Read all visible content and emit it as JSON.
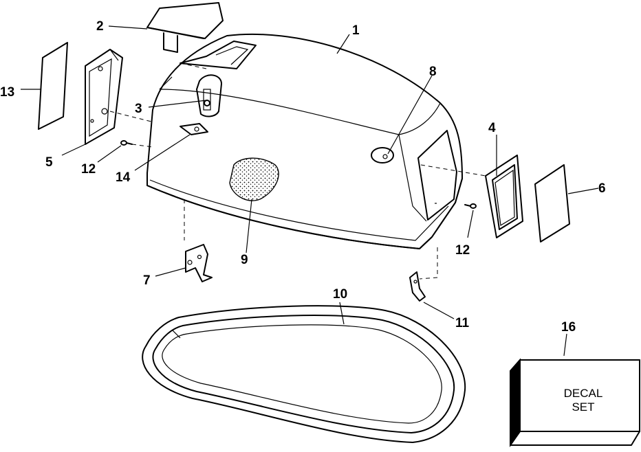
{
  "callouts": {
    "n1": "1",
    "n2": "2",
    "n3": "3",
    "n4": "4",
    "n5": "5",
    "n6": "6",
    "n7": "7",
    "n8": "8",
    "n9": "9",
    "n10": "10",
    "n11": "11",
    "n12a": "12",
    "n12b": "12",
    "n13": "13",
    "n14": "14",
    "n16": "16"
  },
  "decal_box": {
    "line1": "DECAL",
    "line2": "SET"
  }
}
